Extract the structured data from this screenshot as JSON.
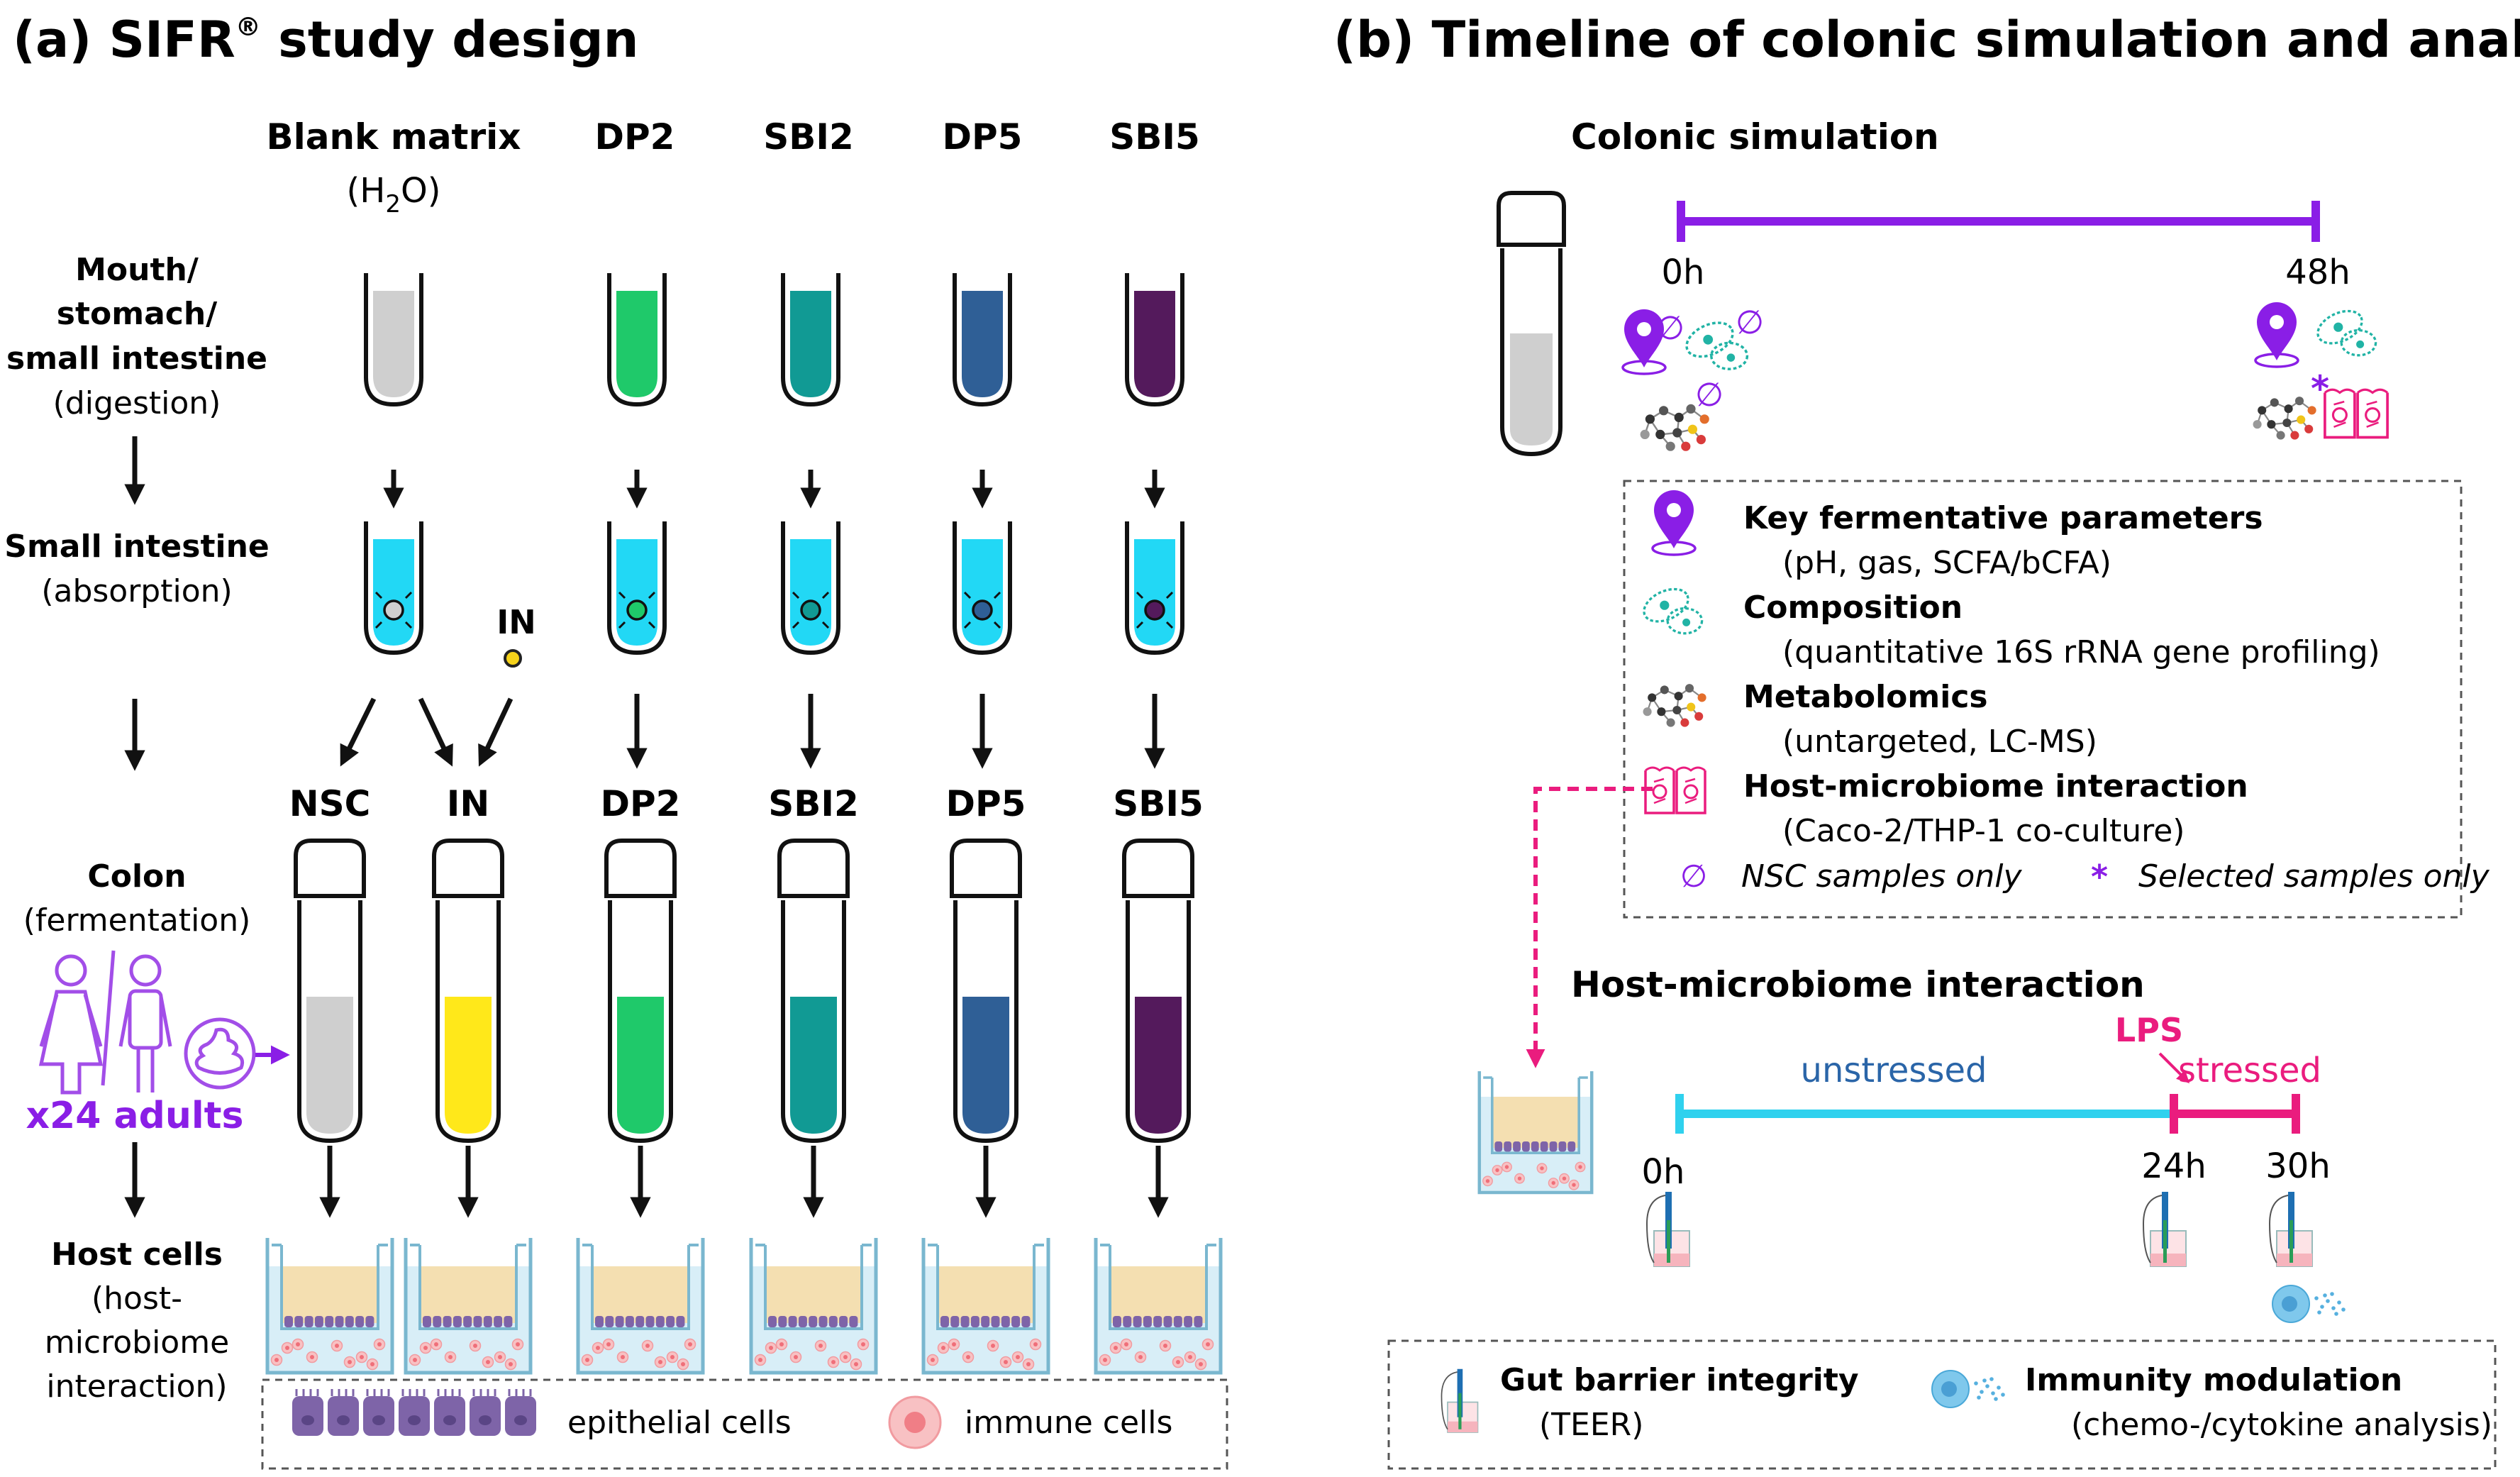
{
  "colors": {
    "blank": "#cfcfcf",
    "in_yellow": "#ffe81a",
    "dp2": "#1fc96a",
    "sbi2": "#119a94",
    "dp5": "#2f5f96",
    "sbi5": "#541a5c",
    "absorption": "#22d8f5",
    "purple": "#8a1ee6",
    "teal": "#21b3a5",
    "magenta": "#ea1c7e",
    "cyan_line": "#2fd1ee",
    "yellow_dot": "#f5d21a",
    "epithelial": "#7e64a8",
    "immune": "#f6a5a8",
    "insert_fill": "#f4dfb1",
    "well_fill": "#d8eef7"
  },
  "panel_a": {
    "title_prefix": "(a) SIFR",
    "title_reg": "®",
    "title_suffix": " study design",
    "columns": {
      "blank": "Blank matrix",
      "blank_sub_left": "(H",
      "blank_sub_num": "2",
      "blank_sub_right": "O)",
      "dp2": "DP2",
      "sbi2": "SBI2",
      "dp5": "DP5",
      "sbi5": "SBI5"
    },
    "stages": {
      "mouth_l1": "Mouth/",
      "mouth_l2": "stomach/",
      "mouth_l3": "small intestine",
      "mouth_sub": "(digestion)",
      "small_l1": "Small intestine",
      "small_sub": "(absorption)",
      "colon_l1": "Colon",
      "colon_sub": "(fermentation)",
      "host_l1": "Host cells",
      "host_sub1": "(host-",
      "host_sub2": "microbiome",
      "host_sub3": "interaction)"
    },
    "in_label": "IN",
    "colon_columns": {
      "nsc": "NSC",
      "in": "IN",
      "dp2": "DP2",
      "sbi2": "SBI2",
      "dp5": "DP5",
      "sbi5": "SBI5"
    },
    "adults": "x24 adults",
    "legend": {
      "epithelial": "epithelial cells",
      "immune": "immune cells"
    }
  },
  "panel_b": {
    "title": "(b) Timeline of colonic simulation and analyses",
    "colonic_simulation": "Colonic simulation",
    "t0": "0h",
    "t48": "48h",
    "legend": {
      "key_title": "Key fermentative parameters",
      "key_sub": "(pH, gas, SCFA/bCFA)",
      "comp_title": "Composition",
      "comp_sub": "(quantitative 16S rRNA gene profiling)",
      "met_title": "Metabolomics",
      "met_sub": "(untargeted, LC-MS)",
      "host_title": "Host-microbiome interaction",
      "host_sub": "(Caco-2/THP-1 co-culture)",
      "nsc_symbol": "∅",
      "nsc_note": "NSC samples only",
      "sel_symbol": "*",
      "sel_note": "Selected samples only"
    },
    "host_interaction": "Host-microbiome interaction",
    "unstressed": "unstressed",
    "lps": "LPS",
    "stressed": "stressed",
    "h0": "0h",
    "h24": "24h",
    "h30": "30h",
    "bottom_legend": {
      "gut_title": "Gut barrier integrity",
      "gut_sub": "(TEER)",
      "imm_title": "Immunity modulation",
      "imm_sub": "(chemo-/cytokine analysis)"
    }
  }
}
